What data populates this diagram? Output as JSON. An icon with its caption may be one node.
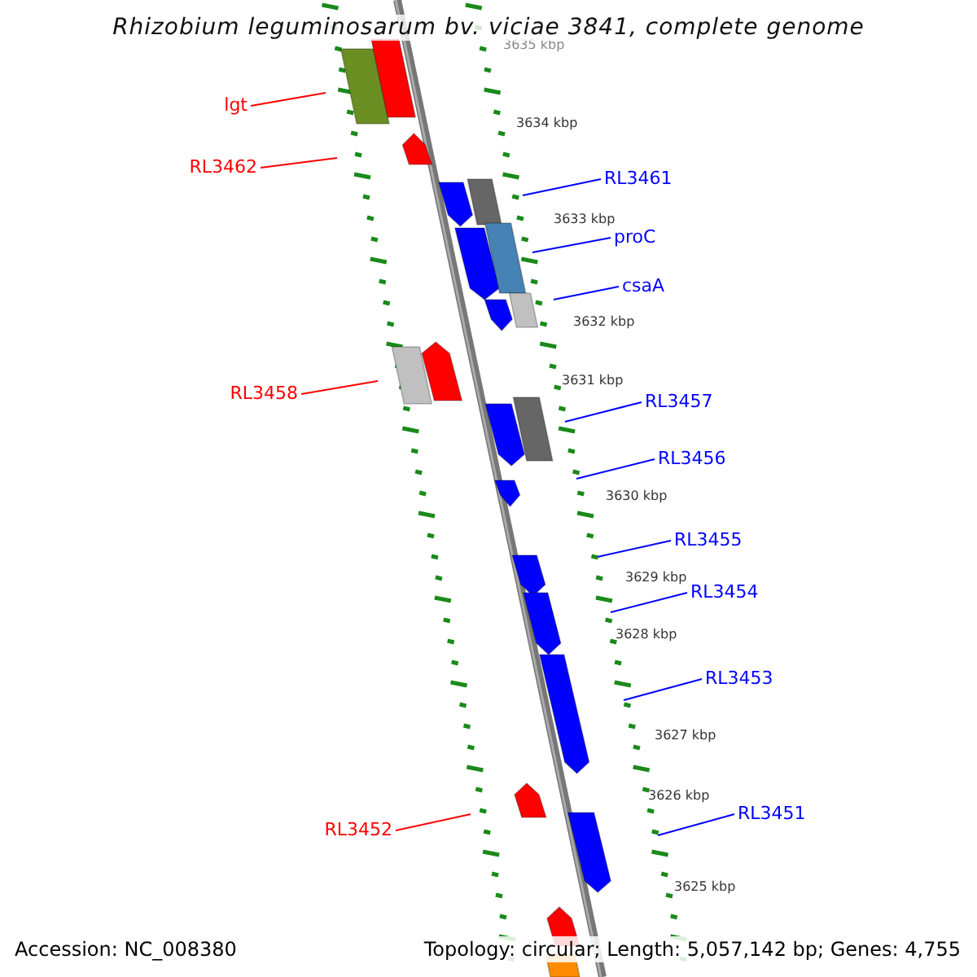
{
  "diagram": {
    "title": "Rhizobium leguminosarum bv. viciae 3841, complete genome",
    "nodes": [
      {
        "text": [
          "lgt"
        ]
      },
      {
        "text": [
          "RL3462"
        ]
      },
      {
        "text": [
          "RL3461"
        ]
      },
      {
        "text": [
          "proC"
        ]
      },
      {
        "text": [
          "csaA"
        ]
      },
      {
        "text": [
          "RL3458"
        ]
      },
      {
        "text": [
          "RL3457"
        ]
      },
      {
        "text": [
          "RL3456"
        ]
      },
      {
        "text": [
          "RL3455"
        ]
      },
      {
        "text": [
          "RL3454"
        ]
      },
      {
        "text": [
          "RL3453"
        ]
      },
      {
        "text": [
          "RL3452"
        ]
      },
      {
        "text": [
          "RL3451"
        ]
      }
    ],
    "edges": [
      {
        "from": 0,
        "to": null,
        "arrow": "none",
        "color": "#ff0000"
      },
      {
        "from": 1,
        "to": null,
        "arrow": "none",
        "color": "#ff0000"
      },
      {
        "from": 2,
        "to": null,
        "arrow": "none"
      },
      {
        "from": 3,
        "to": null,
        "arrow": "none"
      },
      {
        "from": 4,
        "to": null,
        "arrow": "none"
      },
      {
        "from": 5,
        "to": null,
        "arrow": "none",
        "color": "#ff0000"
      },
      {
        "from": 6,
        "to": null,
        "arrow": "none"
      },
      {
        "from": 7,
        "to": null,
        "arrow": "none"
      },
      {
        "from": 8,
        "to": null,
        "arrow": "none"
      },
      {
        "from": 9,
        "to": null,
        "arrow": "none"
      },
      {
        "from": 10,
        "to": null,
        "arrow": "none"
      },
      {
        "from": 11,
        "to": null,
        "arrow": "none",
        "color": "#ff0000"
      },
      {
        "from": 12,
        "to": null,
        "arrow": "none"
      }
    ],
    "labels": [
      "3635 kbp",
      "3634 kbp",
      "3633 kbp",
      "3632 kbp",
      "3631 kbp",
      "3630 kbp",
      "3629 kbp",
      "3628 kbp",
      "3627 kbp",
      "3626 kbp",
      "3625 kbp",
      "Accession: NC_008380",
      "Topology: circular; Length: 5,057,142 bp; Genes: 4,755"
    ]
  }
}
